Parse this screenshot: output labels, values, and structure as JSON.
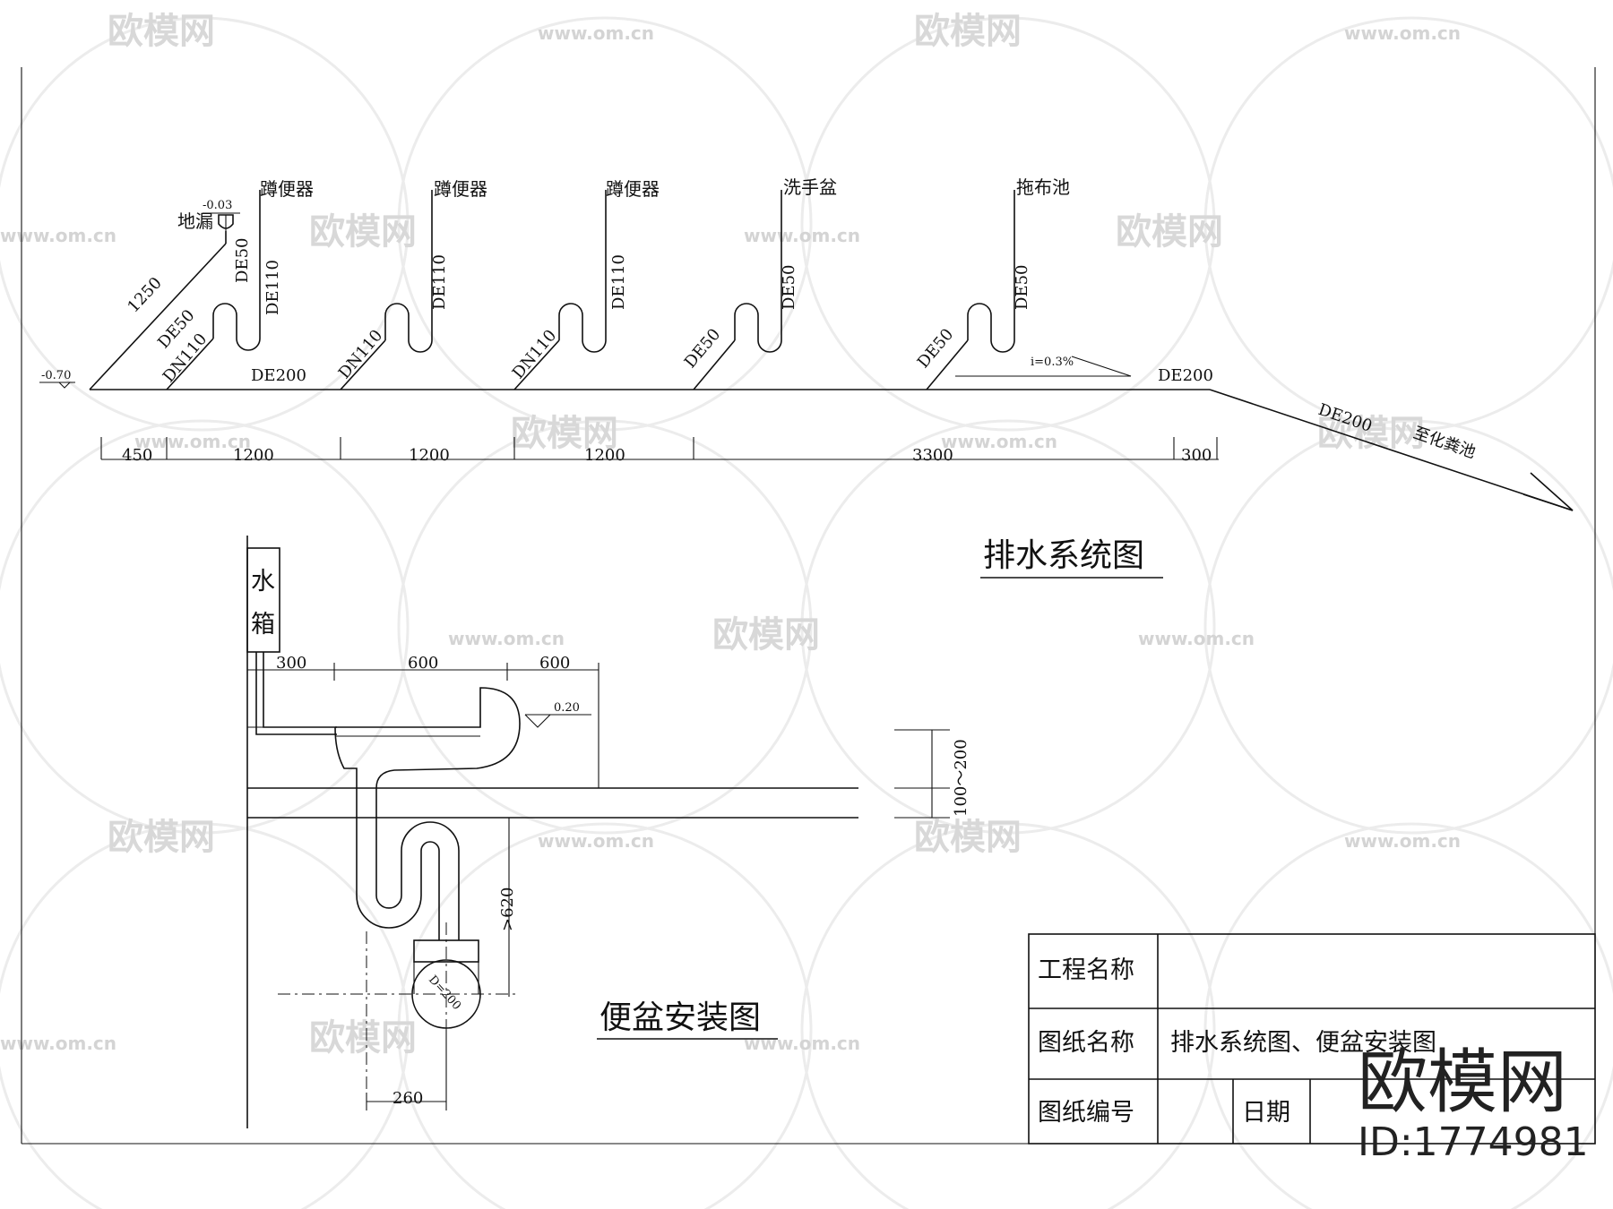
{
  "drainage": {
    "fixtures": [
      "蹲便器",
      "蹲便器",
      "蹲便器",
      "洗手盆",
      "拖布池"
    ],
    "floor_drain": "地漏",
    "floor_drain_level": "-0.03",
    "start_level": "-0.70",
    "riser_labels": [
      "DE110",
      "DE110",
      "DE110",
      "DE50",
      "DE50"
    ],
    "branch_labels": [
      "DN110",
      "DN110",
      "DN110",
      "DE50",
      "DE50"
    ],
    "first_branch_extra": "DE50",
    "floor_drain_riser": "DE50",
    "diag_length": "1250",
    "main_label_left": "DE200",
    "main_label_right": "DE200",
    "outlet_label": "DE200",
    "outlet_dest": "至化粪池",
    "slope": "i=0.3%",
    "dims": [
      "450",
      "1200",
      "1200",
      "1200",
      "3300",
      "300"
    ],
    "title": "排水系统图"
  },
  "toilet": {
    "tank_chars": [
      "水",
      "箱"
    ],
    "dims_top": [
      "300",
      "600",
      "600"
    ],
    "level": "0.20",
    "height_dim": "100～200",
    "depth_dim": ">620",
    "pipe_dim": "D=200",
    "bottom_dim": "260",
    "title": "便盆安装图"
  },
  "title_block": {
    "project_label": "工程名称",
    "project_value": "",
    "drawing_label": "图纸名称",
    "drawing_value": "排水系统图、便盆安装图",
    "number_label": "图纸编号",
    "number_value": "",
    "date_label": "日期",
    "date_value": ""
  },
  "brand": {
    "name": "欧模网",
    "id": "ID:1774981"
  },
  "watermarks": {
    "logo": "欧模网",
    "url": "www.om.cn"
  }
}
